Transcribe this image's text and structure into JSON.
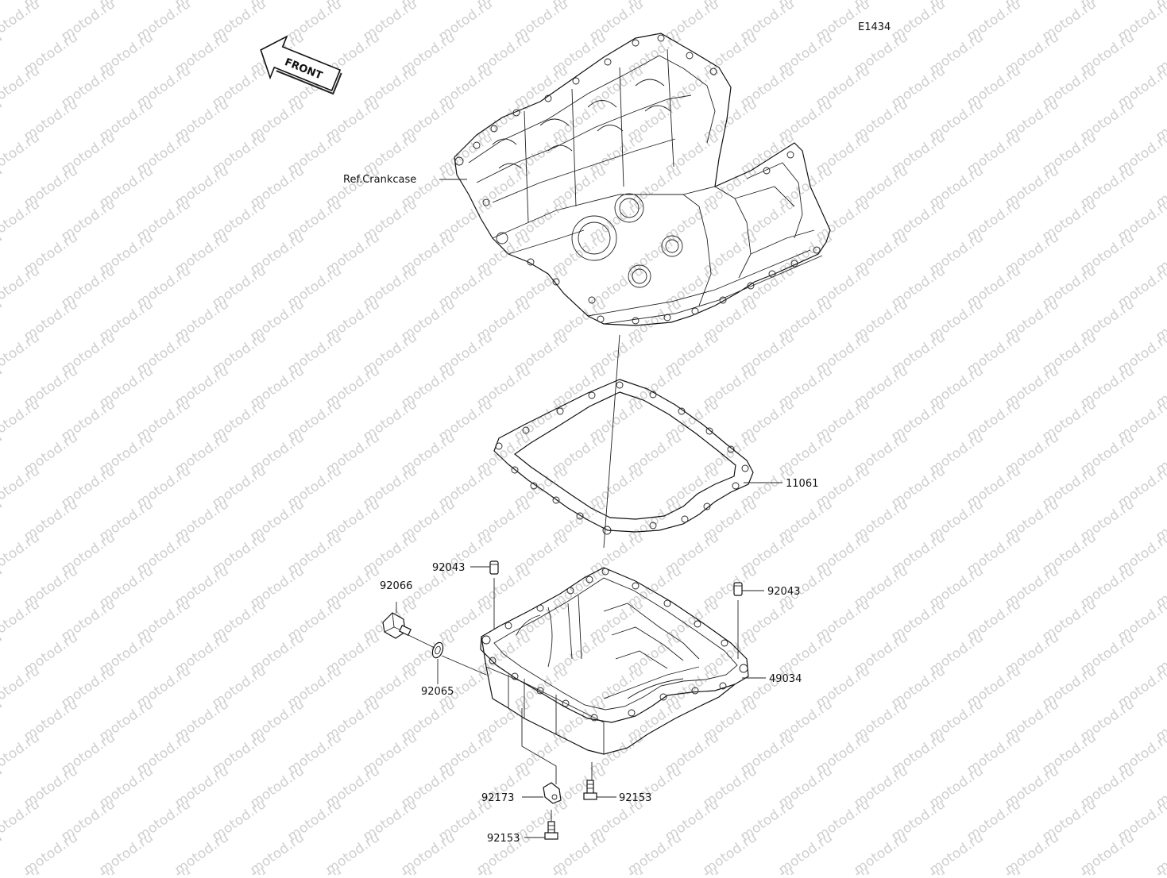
{
  "diagram_code": "E1434",
  "front_arrow_label": "FRONT",
  "watermark_text": "motod.ru",
  "parts": {
    "crankcase_ref": "Ref.Crankcase",
    "gasket": "11061",
    "dowel_pin_left": "92043",
    "dowel_pin_right": "92043",
    "drain_plug": "92066",
    "washer": "92065",
    "oil_pan": "49034",
    "clamp": "92173",
    "bolt_right": "92153",
    "bolt_bottom": "92153"
  }
}
